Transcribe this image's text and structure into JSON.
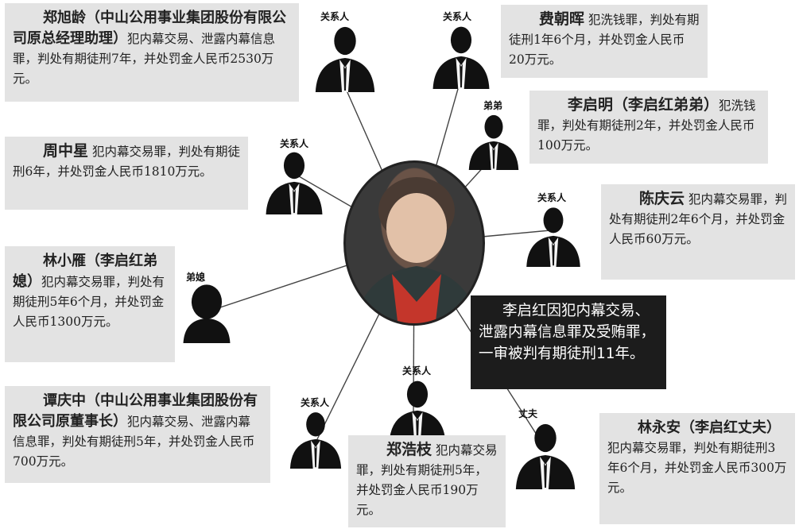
{
  "center": {
    "caption": "李启红因犯内幕交易、泄露内幕信息罪及受贿罪，一审被判有期徒刑11年。"
  },
  "person_labels": {
    "relative": "关系人",
    "brother": "弟弟",
    "sister_in_law": "弟媳",
    "husband": "丈夫"
  },
  "boxes": {
    "zheng_xuling": {
      "name": "郑旭龄（中山公用事业集团股份有限公司原总经理助理）",
      "text": "犯内幕交易、泄露内幕信息罪，判处有期徒刑7年，并处罚金人民币2530万元。"
    },
    "fei_chaohui": {
      "name": "费朝晖",
      "text": "犯洗钱罪，判处有期徒刑1年6个月，并处罚金人民币20万元。"
    },
    "li_qiming": {
      "name": "李启明（李启红弟弟）",
      "text": "犯洗钱罪，判处有期徒刑2年，并处罚金人民币100万元。"
    },
    "zhou_zhongxing": {
      "name": "周中星",
      "text": "犯内幕交易罪，判处有期徒刑6年，并处罚金人民币1810万元。"
    },
    "chen_qingyun": {
      "name": "陈庆云",
      "text": "犯内幕交易罪，判处有期徒刑2年6个月，并处罚金人民币60万元。"
    },
    "lin_xiaoyan": {
      "name": "林小雁（李启红弟媳）",
      "text": "犯内幕交易罪，判处有期徒刑5年6个月，并处罚金人民币1300万元。"
    },
    "tan_qingzhong": {
      "name": "谭庆中（中山公用事业集团股份有限公司原董事长）",
      "text": "犯内幕交易、泄露内幕信息罪，判处有期徒刑5年，并处罚金人民币700万元。"
    },
    "zheng_haozhi": {
      "name": "郑浩枝",
      "text": "犯内幕交易罪，判处有期徒刑5年，并处罚金人民币190万元。"
    },
    "lin_yongan": {
      "name": "林永安（李启红丈夫）",
      "text": "犯内幕交易罪，判处有期徒刑3年6个月，并处罚金人民币300万元。"
    }
  }
}
